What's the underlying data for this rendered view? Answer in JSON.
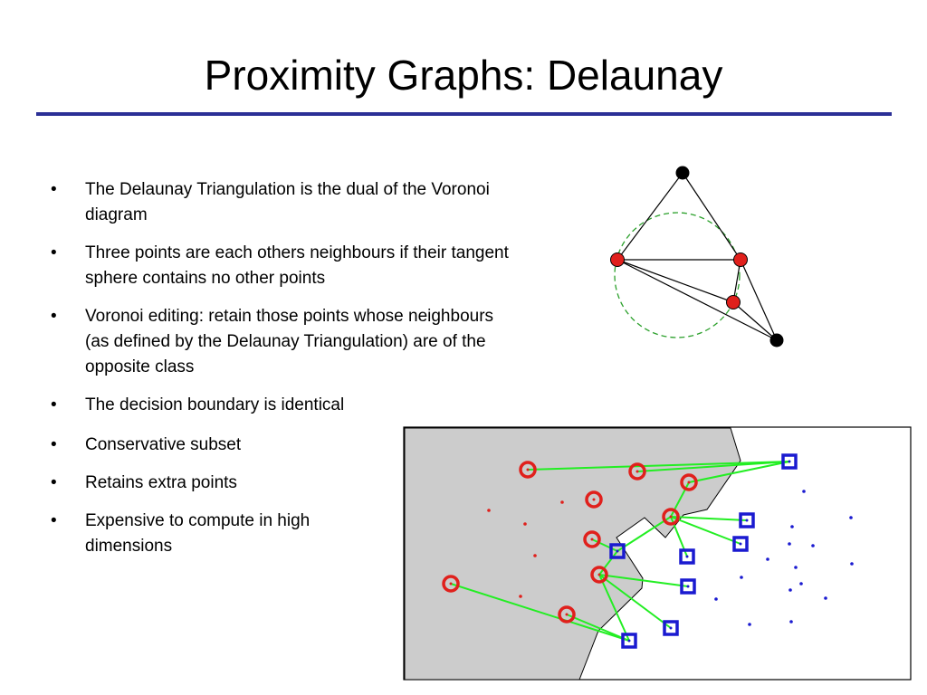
{
  "slide": {
    "title": "Proximity Graphs: Delaunay",
    "bullets": [
      "The Delaunay Triangulation is the dual of the Voronoi diagram",
      "Three points are each others neighbours if their tangent sphere contains no other points",
      "Voronoi editing: retain those points whose neighbours (as defined by the Delaunay Triangulation) are of the opposite class",
      "The decision boundary is identical",
      "Conservative subset",
      "Retains extra points",
      "Expensive to compute in high dimensions"
    ],
    "bullet_symbol": "•"
  },
  "colors": {
    "rule": "#2b2f96",
    "class_red": "#e0201c",
    "class_blue": "#1a1ad0",
    "edge_green": "#22ee22",
    "circle_green": "#2ba02b",
    "region_grey": "#cccccc"
  }
}
